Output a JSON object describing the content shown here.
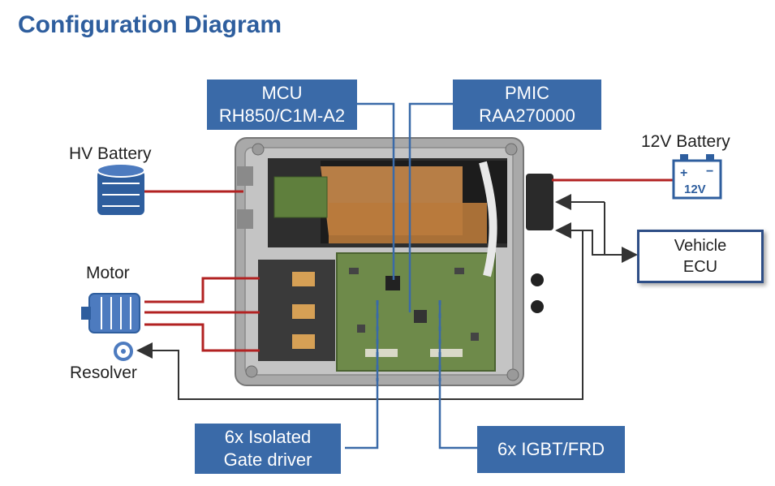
{
  "title": "Configuration Diagram",
  "boxes": {
    "mcu": {
      "line1": "MCU",
      "line2": "RH850/C1M-A2"
    },
    "pmic": {
      "line1": "PMIC",
      "line2": "RAA270000"
    },
    "gate_driver": {
      "line1": "6x Isolated",
      "line2": "Gate driver"
    },
    "igbt": {
      "line1": "6x IGBT/FRD"
    },
    "vehicle_ecu": {
      "line1": "Vehicle",
      "line2": "ECU"
    }
  },
  "labels": {
    "hv_battery": "HV Battery",
    "battery_12v": "12V Battery",
    "battery_12v_icon_text": "12V",
    "motor": "Motor",
    "resolver": "Resolver"
  },
  "colors": {
    "title": "#2E5E9E",
    "box_fill": "#3A6AA8",
    "power_line": "#B22222",
    "signal_arrow": "#333333",
    "callout_line": "#3A6AA8",
    "pcb": "#6E8A4A",
    "copper": "#C98A4B",
    "housing": "#BEBEBE"
  }
}
